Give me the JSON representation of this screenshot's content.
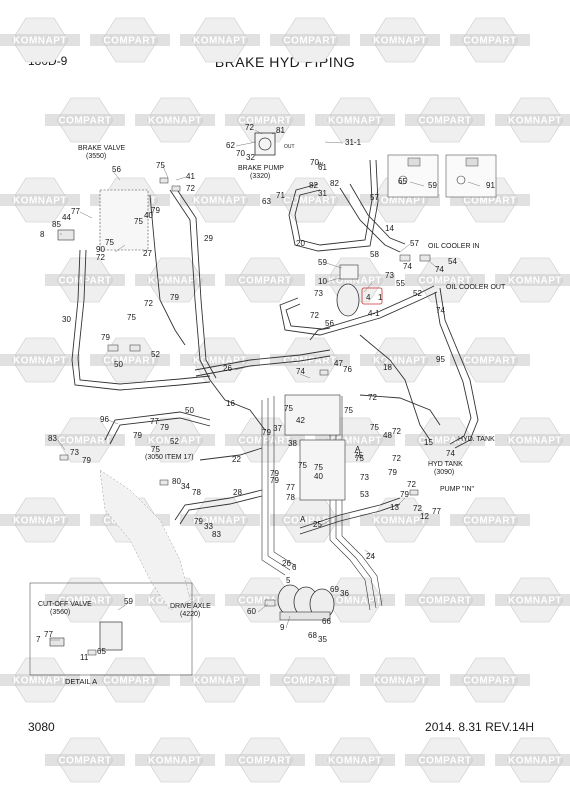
{
  "header": {
    "model": "180D-9",
    "title": "BRAKE HYD PIPING"
  },
  "footer": {
    "page": "3080",
    "revision": "2014. 8.31  REV.14H"
  },
  "watermark": {
    "texts": [
      "KOMNAPT",
      "COMPART"
    ],
    "color": "#c8c8c8"
  },
  "components": {
    "brake_valve": [
      "BRAKE VALVE",
      "(3550)"
    ],
    "brake_pump": [
      "BRAKE PUMP",
      "(3320)"
    ],
    "oil_cooler_in": "OIL COOLER IN",
    "oil_cooler_out": "OIL COOLER OUT",
    "hyd_tank_1": "HYD. TANK",
    "hyd_tank_2": [
      "HYD TANK",
      "(3090)"
    ],
    "pump_in": "PUMP \"IN\"",
    "item17": "(3050 ITEM 17)",
    "drive_axle": [
      "DRIVE AXLE",
      "(4220)"
    ],
    "cut_off_valve": [
      "CUT-OFF VALVE",
      "(3560)"
    ],
    "detail_a": "DETAIL A",
    "marker_a1": "A",
    "marker_a2": "A",
    "out": "OUT",
    "in": "IN"
  },
  "callouts": {
    "c1": "72",
    "c2": "81",
    "c3": "62",
    "c4": "70",
    "c5": "32",
    "c6": "31-1",
    "c7": "31",
    "c8": "61",
    "c9": "70",
    "c10": "82",
    "c11": "71",
    "c12": "63",
    "c13": "57",
    "c14": "14",
    "c15": "20",
    "c16": "74",
    "c17": "57",
    "c18": "74",
    "c19": "54",
    "c20": "59",
    "c21": "10",
    "c22": "58",
    "c23": "55",
    "c24": "73",
    "c25": "73",
    "c26": "4",
    "c27": "1",
    "c28": "4-1",
    "c29": "72",
    "c30": "56",
    "c31": "52",
    "c32": "74",
    "c33": "95",
    "c34": "56",
    "c35": "75",
    "c36": "41",
    "c37": "72",
    "c38": "79",
    "c39": "75",
    "c40": "40",
    "c41": "77",
    "c42": "44",
    "c43": "85",
    "c44": "8",
    "c45": "75",
    "c46": "90",
    "c47": "72",
    "c48": "27",
    "c49": "29",
    "c50": "30",
    "c51": "72",
    "c52": "79",
    "c53": "75",
    "c54": "79",
    "c55": "52",
    "c56": "50",
    "c57": "74",
    "c58": "47",
    "c59": "76",
    "c60": "18",
    "c61": "26",
    "c62": "16",
    "c63": "96",
    "c64": "50",
    "c65": "77",
    "c66": "79",
    "c67": "52",
    "c68": "75",
    "c69": "79",
    "c70": "83",
    "c71": "73",
    "c72": "79",
    "c73": "22",
    "c74": "80",
    "c75": "34",
    "c76": "78",
    "c77": "28",
    "c78": "33",
    "c79": "83",
    "c80": "79",
    "c81": "75",
    "c82": "79",
    "c83": "37",
    "c84": "42",
    "c85": "38",
    "c86": "75",
    "c87": "75",
    "c88": "40",
    "c89": "78",
    "c90": "79",
    "c91": "75",
    "c92": "72",
    "c93": "73",
    "c94": "72",
    "c95": "75",
    "c96": "48",
    "c97": "72",
    "c98": "75",
    "c99": "79",
    "c100": "53",
    "c101": "75",
    "c102": "72",
    "c103": "79",
    "c104": "13",
    "c105": "72",
    "c106": "12",
    "c107": "77",
    "c108": "15",
    "c109": "74",
    "c110": "25",
    "c111": "24",
    "c112": "26",
    "c113": "5",
    "c114": "6",
    "c115": "60",
    "c116": "9",
    "c117": "69",
    "c118": "36",
    "c119": "66",
    "c120": "68",
    "c121": "35",
    "c122": "59",
    "c123": "7",
    "c124": "77",
    "c125": "11",
    "c126": "65",
    "c127": "59",
    "c128": "65",
    "c129": "91",
    "c130": "79",
    "c131": "77",
    "c132": "82"
  }
}
